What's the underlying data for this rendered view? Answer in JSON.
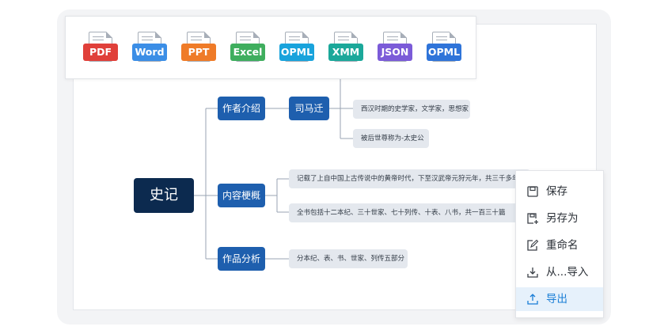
{
  "formats": [
    {
      "label": "PDF",
      "color": "#e0403a"
    },
    {
      "label": "Word",
      "color": "#3b8ee6"
    },
    {
      "label": "PPT",
      "color": "#ef7b28"
    },
    {
      "label": "Excel",
      "color": "#3fae5e"
    },
    {
      "label": "OPML",
      "color": "#19a3dc"
    },
    {
      "label": "XMM",
      "color": "#1ba89a"
    },
    {
      "label": "JSON",
      "color": "#7b5bd8"
    },
    {
      "label": "OPML",
      "color": "#2f74d9"
    }
  ],
  "mindmap": {
    "root": "史记",
    "branches": [
      {
        "label": "作者介绍"
      },
      {
        "label": "内容梗概"
      },
      {
        "label": "作品分析"
      }
    ],
    "author_name": "司马迁",
    "leaves": [
      "西汉时期的史学家，文学家，思想家",
      "被后世尊称为-太史公",
      "记载了上自中国上古传说中的黄帝时代，下至汉武帝元狩元年，共三千多年的历史",
      "全书包括十二本纪、三十世家、七十列传、十表、八书，共一百三十篇",
      "分本纪、表、书、世家、列传五部分"
    ]
  },
  "menu": {
    "items": [
      {
        "label": "保存",
        "icon": "save-icon"
      },
      {
        "label": "另存为",
        "icon": "save-as-icon"
      },
      {
        "label": "重命名",
        "icon": "rename-icon"
      },
      {
        "label": "从...导入",
        "icon": "import-icon"
      },
      {
        "label": "导出",
        "icon": "export-icon",
        "active": true
      }
    ]
  },
  "colors": {
    "root": "#0c2a4f",
    "branch": "#1e5fae",
    "leaf": "#e4e8ee",
    "connector": "#98a3b3",
    "accent": "#1a7ed6"
  }
}
